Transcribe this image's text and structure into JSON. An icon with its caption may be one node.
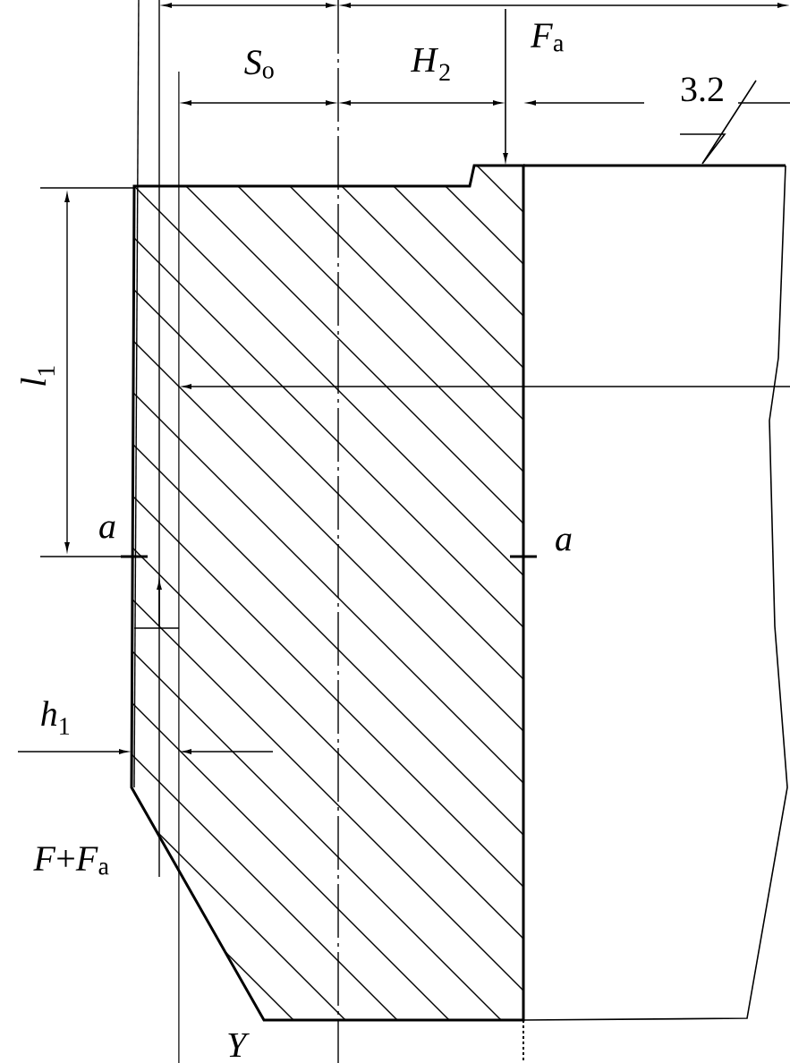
{
  "diagram": {
    "labels": [
      "*S*$_{o}$",
      "*H*$_{2}$",
      "*F*$_{a}$",
      "3.2",
      "*l*$_{1}$",
      "*a*",
      "*a*",
      "*h*$_{1}$",
      "*F*+*F*$_{a}$",
      "*Y*"
    ]
  }
}
